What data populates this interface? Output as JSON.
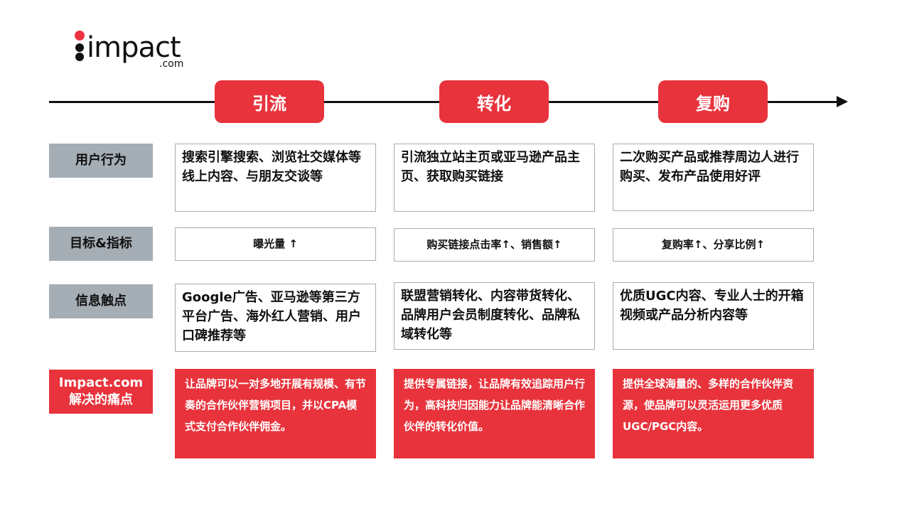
{
  "logo": {
    "word": "impact",
    "suffix": ".com",
    "accent_color": "#ee3340"
  },
  "stages": [
    "引流",
    "转化",
    "复购"
  ],
  "colors": {
    "accent": "#e8333c",
    "label_gray": "#a5adb5",
    "border": "#a7adb3"
  },
  "rows": [
    {
      "label": "用户行为",
      "cells": [
        "搜索引擎搜索、浏览社交媒体等线上内容、与朋友交谈等",
        "引流独立站主页或亚马逊产品主页、获取购买链接",
        "二次购买产品或推荐周边人进行购买、发布产品使用好评"
      ]
    },
    {
      "label": "目标&指标",
      "cells": [
        "曝光量 ↑",
        "购买链接点击率↑、销售额↑",
        "复购率↑、分享比例↑"
      ]
    },
    {
      "label": "信息触点",
      "cells": [
        "Google广告、亚马逊等第三方平台广告、海外红人营销、用户口碑推荐等",
        "联盟营销转化、内容带货转化、品牌用户会员制度转化、品牌私域转化等",
        "优质UGC内容、专业人士的开箱视频或产品分析内容等"
      ]
    },
    {
      "label_line1": "Impact.com",
      "label_line2": "解决的痛点",
      "cells": [
        "让品牌可以一对多地开展有规模、有节奏的合作伙伴营销项目，并以CPA模式支付合作伙伴佣金。",
        "提供专属链接，让品牌有效追踪用户行为，高科技归因能力让品牌能清晰合作伙伴的转化价值。",
        "提供全球海量的、多样的合作伙伴资源，使品牌可以灵活运用更多优质UGC/PGC内容。"
      ]
    }
  ]
}
